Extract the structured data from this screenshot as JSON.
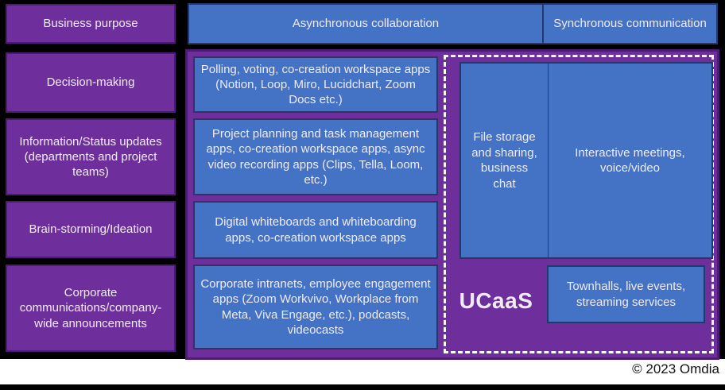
{
  "header": {
    "business_purpose": "Business purpose",
    "async_collab": "Asynchronous collaboration",
    "sync_comm": "Synchronous communication"
  },
  "rows": [
    {
      "purpose": "Decision-making",
      "async_apps": "Polling, voting, co-creation workspace apps (Notion, Loop, Miro, Lucidchart, Zoom Docs etc.)"
    },
    {
      "purpose": "Information/Status updates (departments and project teams)",
      "async_apps": "Project planning and task management apps, co-creation workspace apps, async video recording apps (Clips, Tella, Loom, etc.)"
    },
    {
      "purpose": "Brain-storming/Ideation",
      "async_apps": "Digital whiteboards and whiteboarding apps, co-creation workspace apps"
    },
    {
      "purpose": "Corporate communications/company-wide announcements",
      "async_apps": "Corporate intranets, employee engagement apps (Zoom Workvivo, Workplace from Meta, Viva Engage, etc.), podcasts, videocasts"
    }
  ],
  "ucaas": {
    "label": "UCaaS",
    "file_storage": "File storage and sharing, business chat",
    "interactive_meetings": "Interactive meetings, voice/video",
    "townhalls": "Townhalls, live events, streaming services"
  },
  "footer": {
    "copyright": "© 2023 Omdia"
  },
  "colors": {
    "purple_fill": "#6e2f9d",
    "purple_border": "#4d1b77",
    "blue_fill": "#4472c4",
    "blue_border": "#27376b",
    "bg_black": "#000000",
    "text_light": "#f0ecf5",
    "dash_white": "#ffffff"
  }
}
